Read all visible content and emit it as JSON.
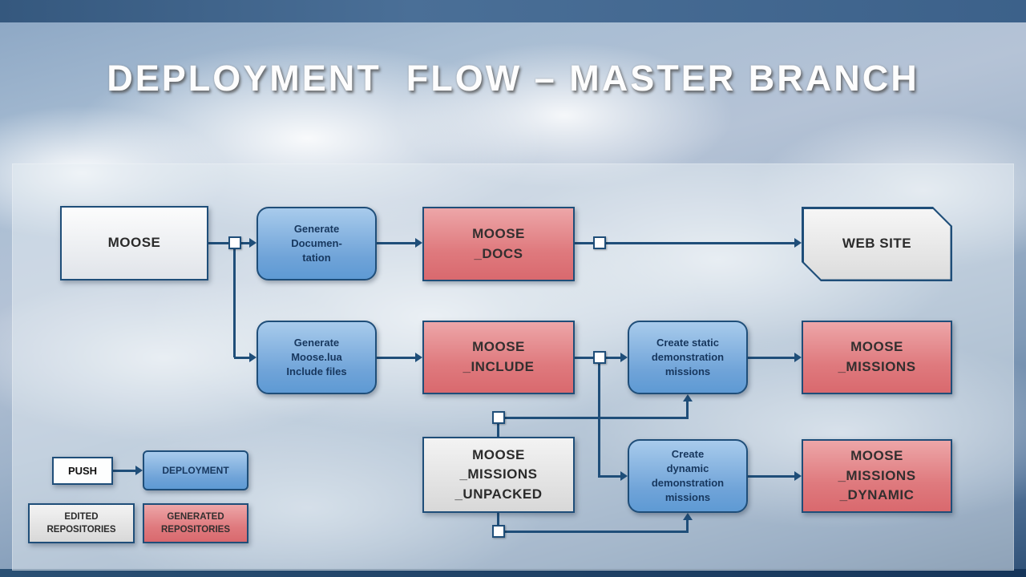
{
  "title": "DEPLOYMENT  FLOW – MASTER BRANCH",
  "nodes": {
    "moose": {
      "label": "MOOSE"
    },
    "generate_documentation": {
      "label": "Generate\nDocumen-\ntation"
    },
    "moose_docs": {
      "label": "MOOSE\n_DOCS"
    },
    "web_site": {
      "label": "WEB SITE"
    },
    "generate_include": {
      "label": "Generate\nMoose.lua\nInclude files"
    },
    "moose_include": {
      "label": "MOOSE\n_INCLUDE"
    },
    "create_static_missions": {
      "label": "Create static\ndemonstration\nmissions"
    },
    "moose_missions": {
      "label": "MOOSE\n_MISSIONS"
    },
    "moose_missions_unpacked": {
      "label": "MOOSE\n_MISSIONS\n_UNPACKED"
    },
    "create_dynamic_missions": {
      "label": "Create\ndynamic\ndemonstration\nmissions"
    },
    "moose_missions_dynamic": {
      "label": "MOOSE\n_MISSIONS\n_DYNAMIC"
    }
  },
  "legend": {
    "push": "PUSH",
    "deployment": "DEPLOYMENT",
    "edited_repositories": "EDITED\nREPOSITORIES",
    "generated_repositories": "GENERATED\nREPOSITORIES"
  },
  "colors": {
    "connector_navy": "#1F4E79",
    "process_blue": "#6FA3D8",
    "generated_red": "#DF7A7E",
    "edited_gray": "#E8E8E8",
    "sky_dark": "#2F5076"
  }
}
